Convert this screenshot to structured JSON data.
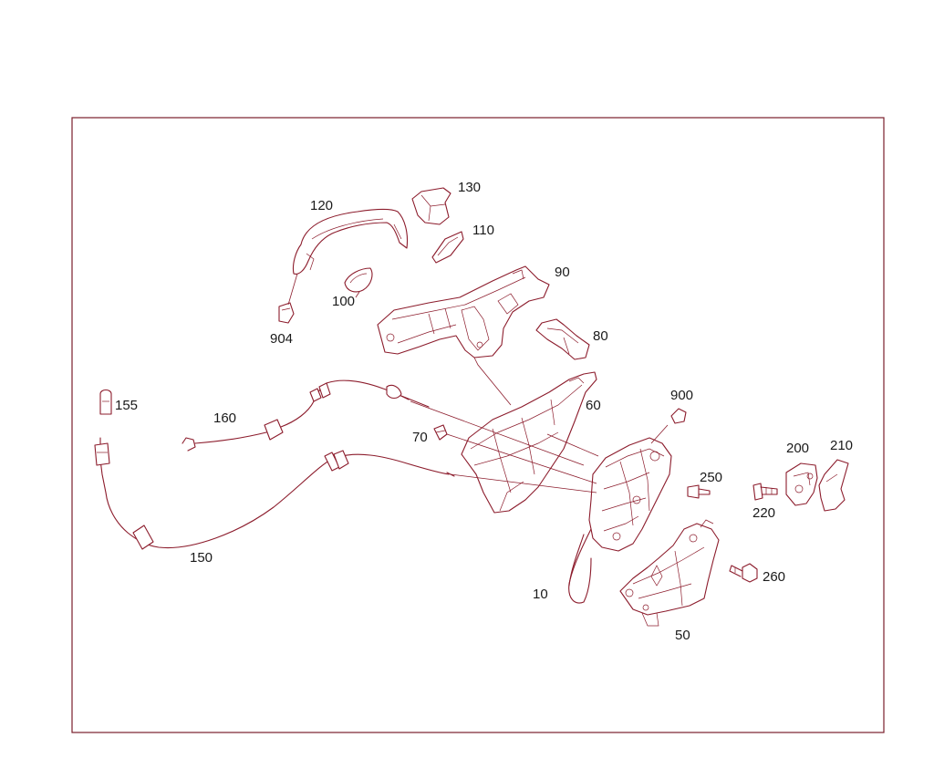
{
  "colors": {
    "line": "#8c1c2c",
    "frame": "#7a1f2b",
    "label": "#1a1a1a",
    "background": "#ffffff"
  },
  "labels": {
    "p120": "120",
    "p130": "130",
    "p110": "110",
    "p90": "90",
    "p100": "100",
    "p904": "904",
    "p80": "80",
    "p155": "155",
    "p160": "160",
    "p60": "60",
    "p900": "900",
    "p70": "70",
    "p200": "200",
    "p210": "210",
    "p250": "250",
    "p220": "220",
    "p150": "150",
    "p260": "260",
    "p10": "10",
    "p50": "50"
  }
}
